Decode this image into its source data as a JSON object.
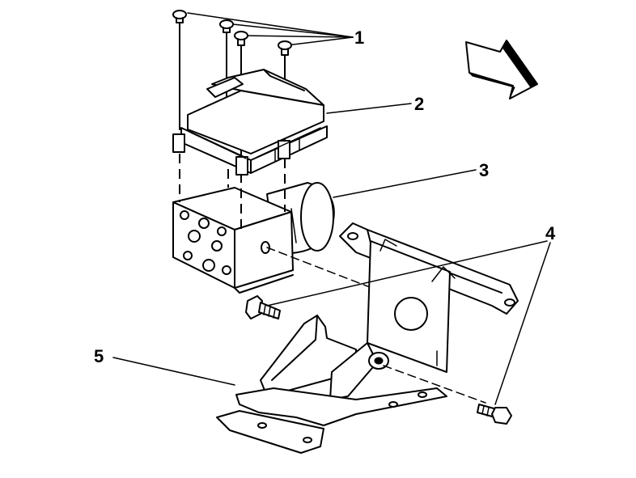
{
  "callouts": [
    {
      "id": "1",
      "label": "1",
      "part": "screws"
    },
    {
      "id": "2",
      "label": "2",
      "part": "control-module"
    },
    {
      "id": "3",
      "label": "3",
      "part": "modulator-assembly"
    },
    {
      "id": "4",
      "label": "4",
      "part": "bolts"
    },
    {
      "id": "5",
      "label": "5",
      "part": "bracket"
    }
  ],
  "colors": {
    "ink": "#000000",
    "paper": "#ffffff"
  },
  "icons": {
    "direction": "front-arrow-icon"
  }
}
